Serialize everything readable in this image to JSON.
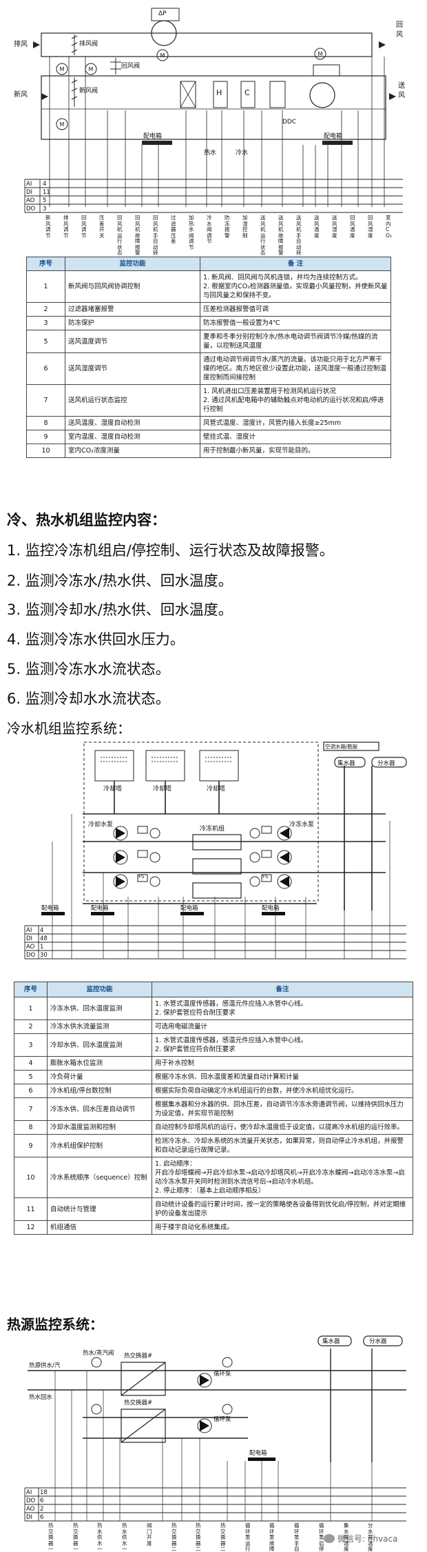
{
  "ahu_diagram": {
    "left_labels": {
      "exhaust": "排风",
      "fresh": "新风"
    },
    "right_labels": {
      "return": "回风",
      "supply": "送风"
    },
    "inline_labels": {
      "exhaust_damper": "排风阀",
      "return_damper": "回风阀",
      "fresh_damper": "新风阀",
      "cabinet": "配电箱",
      "cold_water": "冷水",
      "hot_water": "热水",
      "controller": "DDC"
    },
    "coil_labels": [
      "H",
      "C"
    ],
    "dp_label": "ΔP",
    "bus_labels": [
      "AI",
      "DI",
      "AO",
      "DO"
    ],
    "bus_counts": [
      "4",
      "11",
      "5",
      "3"
    ],
    "point_labels": [
      "新风调节",
      "排风调节",
      "回风调节",
      "压差开关",
      "回风机运行状态",
      "回风机故障报警",
      "回风机手自动转换",
      "过滤器压差",
      "加热水阀调节",
      "冷水阀调节",
      "防冻报警",
      "加湿控制",
      "送风机运行状态",
      "送风机故障报警",
      "送风机手自动转换",
      "送风温度",
      "送风湿度",
      "回风温度",
      "回风湿度",
      "室内CO₂"
    ]
  },
  "ahu_table": {
    "headers": [
      "序号",
      "监控功能",
      "备 注"
    ],
    "rows": [
      {
        "no": "1",
        "func": "新风阀与回风阀协调控制",
        "notes": [
          "1. 新风阀、回风阀与风机连锁，并均为连续控制方式。",
          "2. 根据室内CO₂检测器测量值，实现最小风量控制，并使新风量与回风量之和保持不变。"
        ]
      },
      {
        "no": "2",
        "func": "过滤器堵塞报警",
        "notes": [
          "压差检测器报警值可调"
        ]
      },
      {
        "no": "3",
        "func": "防冻保护",
        "notes": [
          "防冻报警值一般设置为4℃"
        ]
      },
      {
        "no": "5",
        "func": "送风温度调节",
        "notes": [
          "夏季和冬季分别控制冷水/热水电动调节阀调节冷媒/热媒的流量，以控制送风温度"
        ]
      },
      {
        "no": "6",
        "func": "送风湿度调节",
        "notes": [
          "通过电动调节阀调节水/蒸汽的流量。该功能只用于北方严寒干燥的地区。南方地区很少设置此功能，送风湿度一般通过控制温度控制而间接控制"
        ]
      },
      {
        "no": "7",
        "func": "送风机运行状态监控",
        "notes": [
          "1. 风机进出口压差装置用于检测风机运行状况",
          "2. 通过风机配电箱中的辅助触点对电动机的运行状况和启/停进行控制"
        ]
      },
      {
        "no": "8",
        "func": "送风温度、湿度自动检测",
        "notes": [
          "风管式温度、湿度计，风管内插入长度≥25mm"
        ]
      },
      {
        "no": "9",
        "func": "室内温度、湿度自动检测",
        "notes": [
          "壁挂式温、湿度计"
        ]
      },
      {
        "no": "10",
        "func": "室内CO₂浓度测量",
        "notes": [
          "用于控制最小新风量，实现节能目的。"
        ]
      }
    ]
  },
  "chiller_section": {
    "title": "冷、热水机组监控内容：",
    "items": [
      "1. 监控冷冻机组启/停控制、运行状态及故障报警。",
      "2. 监测冷冻水/热水供、回水温度。",
      "3. 监测冷却水/热水供、回水温度。",
      "4. 监测冷冻水供回水压力。",
      "5. 监测冷冻水水流状态。",
      "6. 监测冷却水水流状态。"
    ],
    "diagram_title": "冷水机组监控系统："
  },
  "chiller_diagram": {
    "tower_label": "冷却塔",
    "pump_label_cooling": "冷却水泵",
    "pump_label_chilled": "冷冻水泵",
    "chiller_label": "冷冻机组",
    "water_tank": "集水器",
    "water_dist": "分水器",
    "expansion": "空调水箱/膨胀",
    "cabinet": "配电箱",
    "flow_switch": "FS",
    "bus_labels": [
      "AI",
      "DI",
      "AO",
      "DO"
    ],
    "bus_counts": [
      "4",
      "48",
      "1",
      "30"
    ]
  },
  "chiller_table": {
    "headers": [
      "序号",
      "监控功能",
      "备注"
    ],
    "rows": [
      {
        "no": "1",
        "func": "冷冻水供、回水温度监测",
        "notes": [
          "1. 水管式温度传感器，感温元件应插入水管中心线。",
          "2. 保护套管应符合耐压要求"
        ]
      },
      {
        "no": "2",
        "func": "冷冻水供水流量监测",
        "notes": [
          "可选用电磁流量计"
        ]
      },
      {
        "no": "3",
        "func": "冷却水供、回水温度监测",
        "notes": [
          "1. 水管式温度传感器，感温元件应插入水管中心线。",
          "2. 保护套管应符合耐压要求"
        ]
      },
      {
        "no": "4",
        "func": "膨胀水箱水位监测",
        "notes": [
          "用于补水控制"
        ]
      },
      {
        "no": "5",
        "func": "冷负荷计量",
        "notes": [
          "根据冷冻水供、回水温度差和流量自动计算和计量"
        ]
      },
      {
        "no": "6",
        "func": "冷水机组/停台数控制",
        "notes": [
          "根据实际负荷自动确定冷水机组运行的台数，并使冷水机组优化运行。"
        ]
      },
      {
        "no": "7",
        "func": "冷冻水供、回水压差自动调节",
        "notes": [
          "根据集水器和分水器的供、回水压差，自动调节冷冻水旁通调节阀，以维持供回水压力为设定值，并实现节能控制"
        ]
      },
      {
        "no": "8",
        "func": "冷却水温度监测和控制",
        "notes": [
          "自动控制冷却塔风机的运行，使冷却水温度低于设定值，以提高冷水机组的运行效率。"
        ]
      },
      {
        "no": "9",
        "func": "冷水机组保护控制",
        "notes": [
          "检测冷冻水、冷却水系统的水流量开关状态，如果异常，则自动停止冷水机组，并报警和自动记录运行故障记录。"
        ]
      },
      {
        "no": "10",
        "func": "冷水系统顺序（sequence）控制",
        "notes": [
          "1. 启动顺序：",
          "开启冷却塔蝶阀→开启冷却水泵→启动冷却塔风机→开启冷冻水蝶阀→启动冷冻水泵→启动冷冻水泵开关同时检测到水流信号后→启动冷水机组。",
          "2. 停止顺序：（基本上启动顺序相反）"
        ]
      },
      {
        "no": "11",
        "func": "自动统计与管理",
        "notes": [
          "自动统计设备的运行累计时间，按一定的策略使各设备得到优化启/停控制，并对定期维护的设备发出提示"
        ]
      },
      {
        "no": "12",
        "func": "机组通信",
        "notes": [
          "用于楼宇自动化系统集成。"
        ]
      }
    ]
  },
  "heat_section": {
    "title": "热源监控系统："
  },
  "heat_diagram": {
    "steam_label": "热水/蒸汽阀",
    "hx_label_a": "热交换器#",
    "hx_label_b": "热交换器#",
    "pump_label": "循环泵",
    "supply_label": "热源供水/汽",
    "return_label": "热水回水",
    "cabinet": "配电箱",
    "water_tank": "集水器",
    "water_dist": "分水器",
    "bus_labels": [
      "AI",
      "DO",
      "AO",
      "DI"
    ],
    "bus_counts": [
      "18",
      "6",
      "2",
      "6"
    ],
    "point_labels": [
      "热交换器一次供水温度",
      "热交换器一次回水温度",
      "热水供水一次回水温度",
      "热水供水一次供水流量",
      "阀门开度",
      "热交换器二次供水温度",
      "热交换器二次回水温度",
      "热交换器二次水温度",
      "循环泵运行状态",
      "循环泵故障报警",
      "循环泵手自动转换",
      "循环泵启停控制",
      "集水器温度",
      "分水器温度"
    ]
  },
  "watermark": "微信号: nhvaca"
}
